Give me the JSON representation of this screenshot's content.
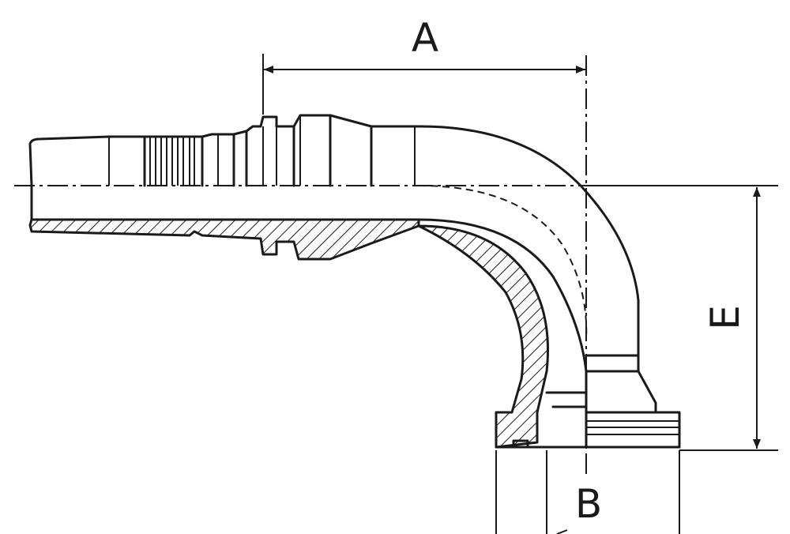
{
  "dimensions": {
    "a_label": "A",
    "b_label": "B",
    "e_label": "E"
  }
}
